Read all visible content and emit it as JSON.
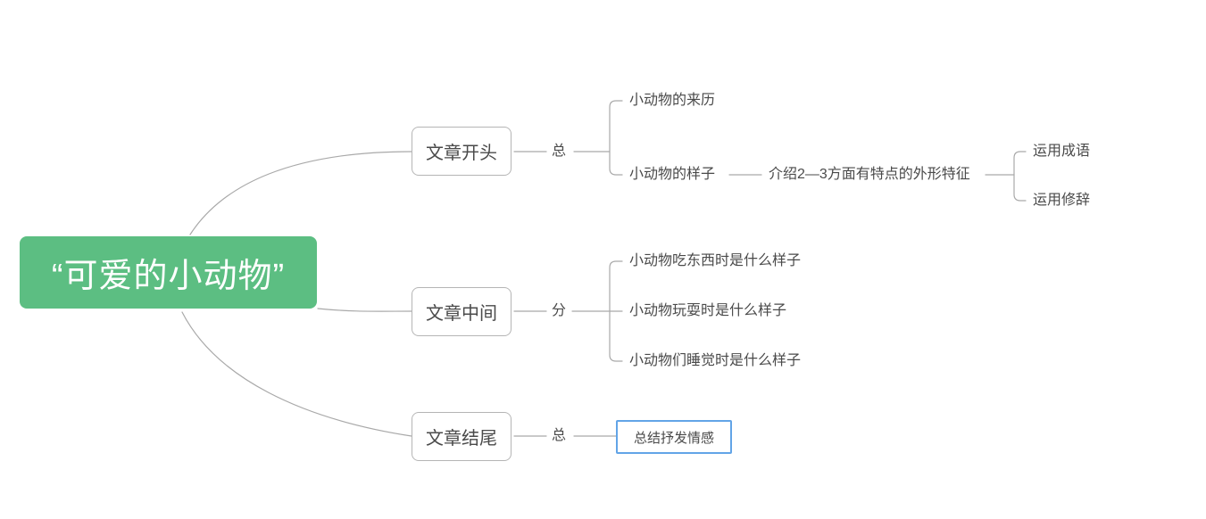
{
  "colors": {
    "root_bg": "#5cbe82",
    "root_text": "#ffffff",
    "branch_border": "#b5b5b5",
    "topic_text": "#4a4a4a",
    "connector_line": "#a9a9a9",
    "selection_border": "#62a4e7",
    "canvas_bg": "#ffffff"
  },
  "mindmap": {
    "root": {
      "label": "“可爱的小动物”"
    },
    "branches": [
      {
        "label": "文章开头",
        "type_label": "总",
        "children": [
          {
            "label": "小动物的来历"
          },
          {
            "label": "小动物的样子",
            "children": [
              {
                "label": "介绍2—3方面有特点的外形特征",
                "children": [
                  {
                    "label": "运用成语"
                  },
                  {
                    "label": "运用修辞"
                  }
                ]
              }
            ]
          }
        ]
      },
      {
        "label": "文章中间",
        "type_label": "分",
        "children": [
          {
            "label": "小动物吃东西时是什么样子"
          },
          {
            "label": "小动物玩耍时是什么样子"
          },
          {
            "label": "小动物们睡觉时是什么样子"
          }
        ]
      },
      {
        "label": "文章结尾",
        "type_label": "总",
        "children": [
          {
            "label": "总结抒发情感",
            "selected": true
          }
        ]
      }
    ]
  }
}
